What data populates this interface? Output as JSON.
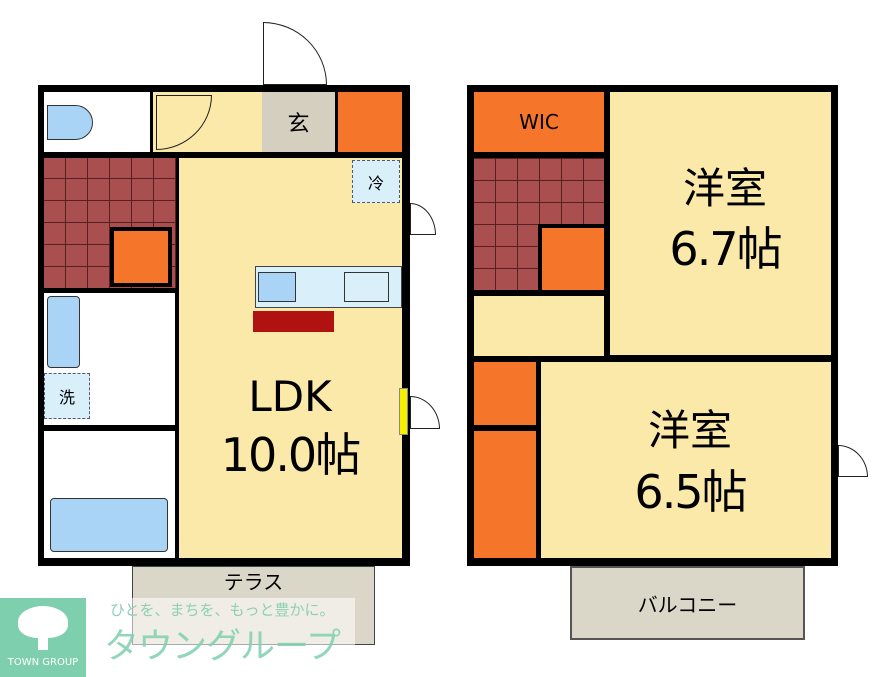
{
  "floor1": {
    "entrance": "玄",
    "fridge": "冷",
    "laundry": "洗",
    "ldk_name": "LDK",
    "ldk_size": "10.0帖",
    "terrace": "テラス"
  },
  "floor2": {
    "wic": "WIC",
    "room1_name": "洋室",
    "room1_size": "6.7帖",
    "room2_name": "洋室",
    "room2_size": "6.5帖",
    "balcony": "バルコニー"
  },
  "logo": {
    "brand_en": "TOWN GROUP",
    "slogan": "ひとを、まちを、もっと豊かに。",
    "brand_jp": "タウングループ"
  },
  "colors": {
    "room": "#fbe9a9",
    "storage": "#f5762a",
    "stairs": "#a94f4f",
    "fixture": "#a9d4f5",
    "logo": "#7ecfae"
  }
}
